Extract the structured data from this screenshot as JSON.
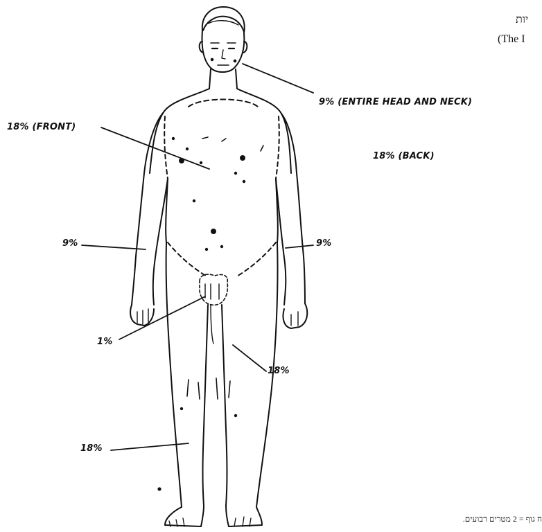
{
  "header": {
    "hebrew_fragment": "יות",
    "english_fragment": "(The I"
  },
  "labels": {
    "head_neck": "9% (ENTIRE HEAD AND NECK)",
    "front_trunk": "18% (FRONT)",
    "back_trunk": "18% (BACK)",
    "left_arm": "9%",
    "right_arm": "9%",
    "genital": "1%",
    "right_leg": "18%",
    "left_leg": "18%"
  },
  "footer": {
    "hebrew_note": "ח גוף = 2 מטרים רבועים."
  }
}
